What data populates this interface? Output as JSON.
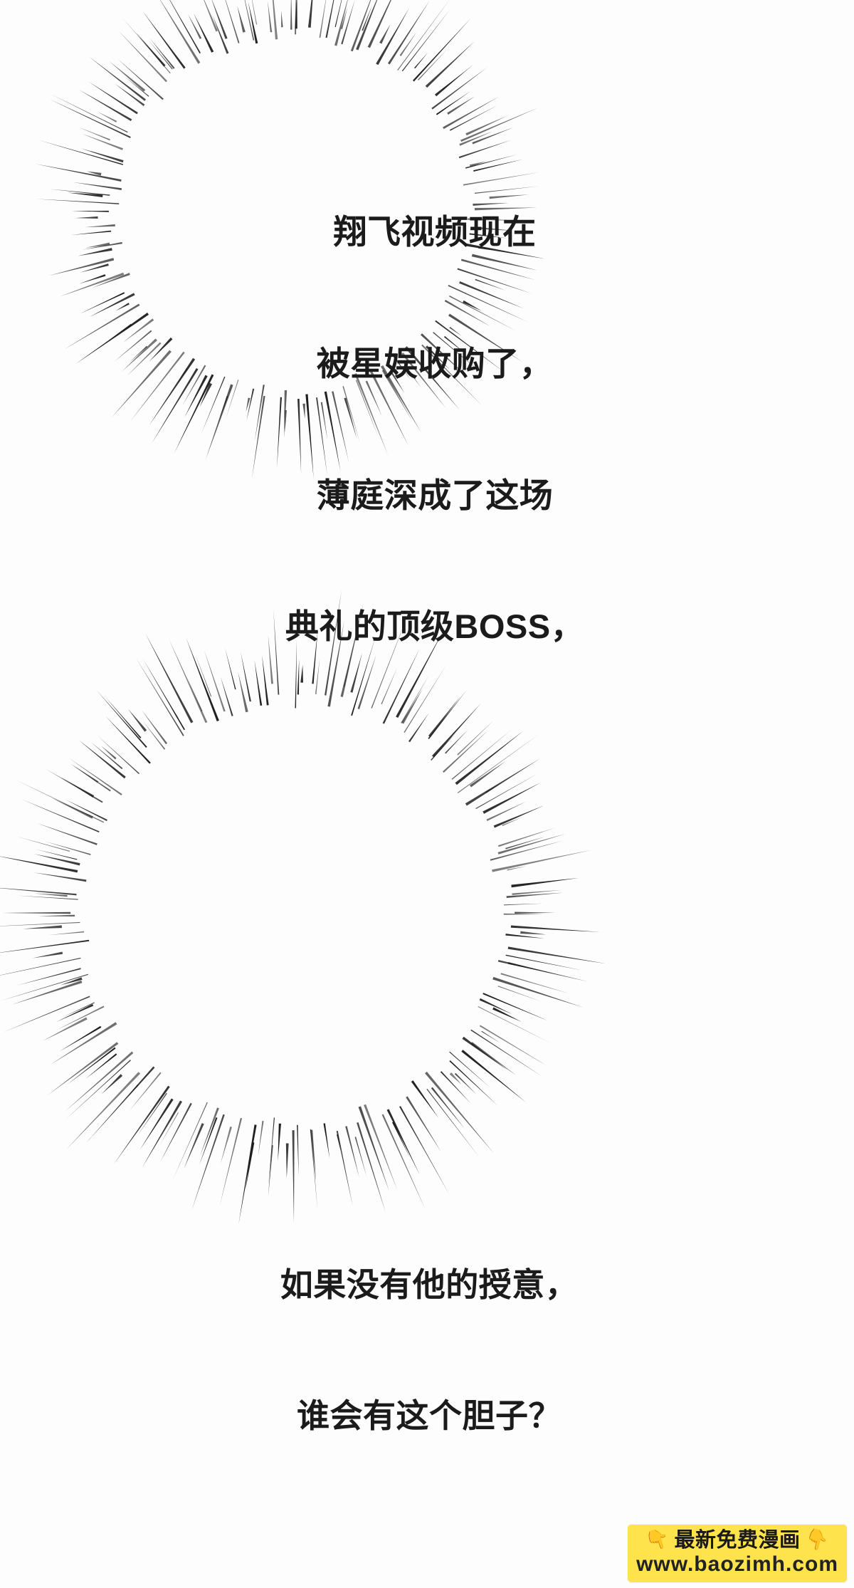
{
  "page": {
    "background_color": "#ffffff",
    "text_color": "#1b1b1b",
    "type": "webtoon-panel"
  },
  "panels": [
    {
      "id": "panel-one",
      "effect": "radial-burst-speech-bubble",
      "speech_lines": [
        "翔飞视频现在",
        "被星娱收购了，",
        "薄庭深成了这场",
        "典礼的顶级BOSS，"
      ]
    },
    {
      "id": "panel-two",
      "effect": "radial-burst-speech-bubble",
      "speech_lines": [
        "如果没有他的授意，",
        "谁会有这个胆子？"
      ]
    }
  ],
  "watermark": {
    "hand_left": "👇",
    "hand_right": "👇",
    "label": "最新免费漫画",
    "url": "www.baozimh.com",
    "background_color": "#ffe34d",
    "text_color": "#1a1a1a"
  }
}
